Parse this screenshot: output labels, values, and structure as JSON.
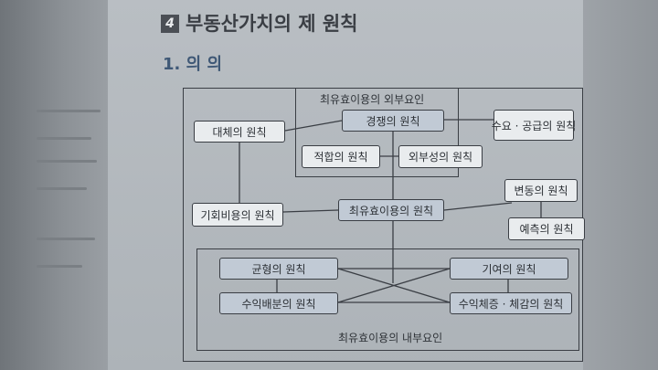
{
  "header": {
    "chapter_number": "4",
    "chapter_title": "부동산가치의 제 원칙",
    "section_title": "1. 의 의"
  },
  "diagram": {
    "external_group_label": "최유효이용의 외부요인",
    "internal_group_label": "최유효이용의 내부요인",
    "nodes": {
      "substitution": "대체의 원칙",
      "competition": "경쟁의 원칙",
      "supply_demand": "수요 · 공급의 원칙",
      "conformity": "적합의 원칙",
      "externality": "외부성의 원칙",
      "opportunity_cost": "기회비용의 원칙",
      "highest_best_use": "최유효이용의 원칙",
      "change": "변동의 원칙",
      "anticipation": "예측의 원칙",
      "balance": "균형의 원칙",
      "contribution": "기여의 원칙",
      "distribution": "수익배분의 원칙",
      "returns": "수익체증 · 체감의 원칙"
    }
  }
}
